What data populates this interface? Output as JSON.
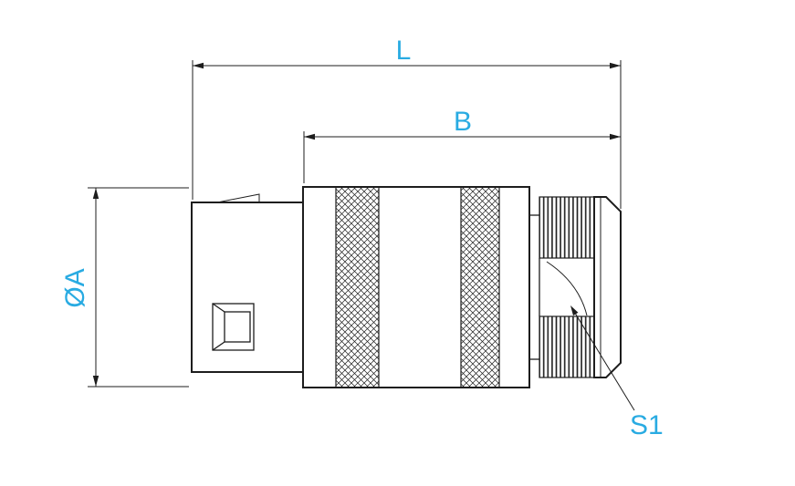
{
  "labels": {
    "L": "L",
    "B": "B",
    "diameter_A": "ØA",
    "S1": "S1"
  },
  "colors": {
    "label": "#29abe2",
    "line": "#1d1d1d",
    "background": "#ffffff"
  }
}
